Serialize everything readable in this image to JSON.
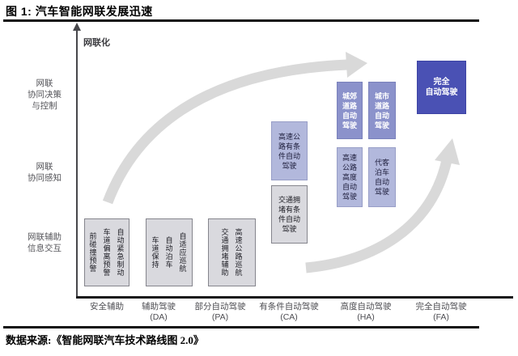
{
  "figure": {
    "title": "图 1: 汽车智能网联发展迅速",
    "source": "数据来源:《智能网联汽车技术路线图 2.0》"
  },
  "y_axis": {
    "title": "网联化",
    "levels": [
      "网联\n协同决策\n与控制",
      "网联\n协同感知",
      "网联辅助\n信息交互"
    ]
  },
  "x_axis": {
    "categories": [
      {
        "name": "安全辅助",
        "code": ""
      },
      {
        "name": "辅助驾驶",
        "code": "(DA)"
      },
      {
        "name": "部分自动驾驶",
        "code": "(PA)"
      },
      {
        "name": "有条件自动驾驶",
        "code": "(CA)"
      },
      {
        "name": "高度自动驾驶",
        "code": "(HA)"
      },
      {
        "name": "完全自动驾驶",
        "code": "(FA)"
      }
    ]
  },
  "capability_boxes": {
    "safety_assist": [
      "自动紧急制动",
      "车道偏离预警",
      "前碰撞预警"
    ],
    "da": [
      "自适应巡航",
      "自动泊车",
      "车道保持"
    ],
    "pa": [
      "高速公路巡航",
      "交通拥堵辅助"
    ],
    "ca_highway": "高速公\n路有条\n件自动\n驾驶",
    "ca_traffic_jam": "交通拥\n堵有条\n件自动\n驾驶",
    "ha_suburban": "城郊\n道路\n自动\n驾驶",
    "ha_urban": "城市\n道路\n自动\n驾驶",
    "ha_highway": "高速\n公路\n高度\n自动\n驾驶",
    "ha_valet": "代客\n泊车\n自动\n驾驶",
    "fa_full": "完全\n自动驾驶"
  },
  "colors": {
    "accent_dark": "#4a51b4",
    "accent_medium": "#8b92cb",
    "accent_light": "#b2b8dc",
    "box_gray": "#d9d9de",
    "arrow_gray": "#d9d9d9",
    "axis_black": "#18181a",
    "label_gray": "#55555a"
  }
}
